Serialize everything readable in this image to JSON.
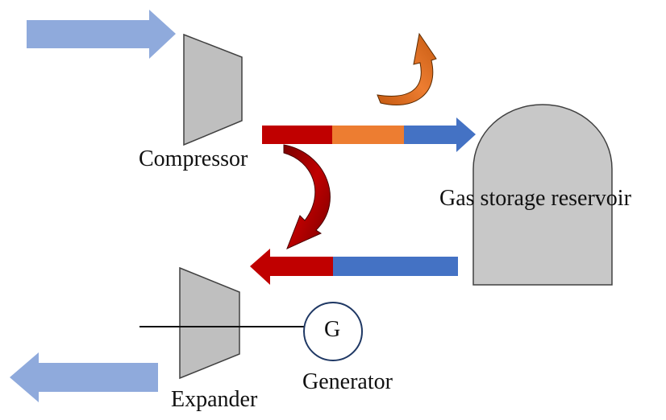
{
  "labels": {
    "compressor": "Compressor",
    "reservoir": "Gas storage reservoir",
    "expander": "Expander",
    "generator": "Generator",
    "generator_symbol": "G"
  },
  "colors": {
    "air_flow": "#8FAADC",
    "hot": "#C00000",
    "warm": "#ED7D31",
    "cool": "#4472C4",
    "machine_fill": "#BFBFBF",
    "reservoir_fill": "#C8C8C8",
    "outline": "#404040",
    "generator_stroke": "#1F3864"
  }
}
